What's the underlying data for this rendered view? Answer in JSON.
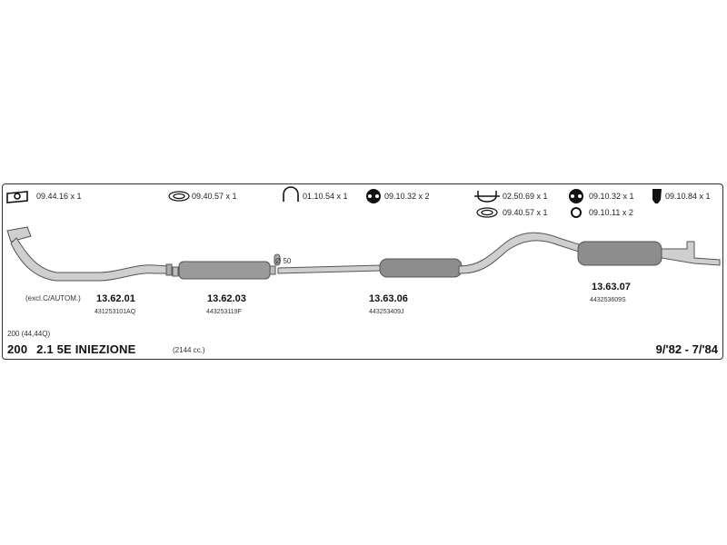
{
  "accessories": [
    {
      "icon": "flange-gasket-icon",
      "code": "09.44.16 x 1"
    },
    {
      "icon": "ring-gasket-icon",
      "code": "09.40.57 x 1"
    },
    {
      "icon": "clamp-icon",
      "code": "01.10.54 x 1"
    },
    {
      "icon": "rubber-hanger-icon",
      "code": "09.10.32 x 2"
    },
    {
      "icon": "u-bolt-icon",
      "code": "02.50.69 x 1"
    },
    {
      "icon": "ring-gasket-icon",
      "code": "09.40.57 x 1"
    },
    {
      "icon": "rubber-hanger-icon",
      "code": "09.10.32 x 1"
    },
    {
      "icon": "rubber-ring-icon",
      "code": "09.10.11 x 2"
    },
    {
      "icon": "rubber-block-icon",
      "code": "09.10.84 x 1"
    }
  ],
  "parts": [
    {
      "number": "13.62.01",
      "oem": "431253101AQ",
      "note": "(excl.C/AUTOM.)"
    },
    {
      "number": "13.62.03",
      "oem": "443253119F",
      "note": "Ø 50"
    },
    {
      "number": "13.63.06",
      "oem": "443253409J"
    },
    {
      "number": "13.63.07",
      "oem": "443253609S"
    }
  ],
  "vehicle": {
    "power": "200 (44,44Q)",
    "model": "200",
    "engine": "2.1 5E INIEZIONE",
    "displacement": "(2144 cc.)",
    "years": "9/'82 - 7/'84"
  }
}
